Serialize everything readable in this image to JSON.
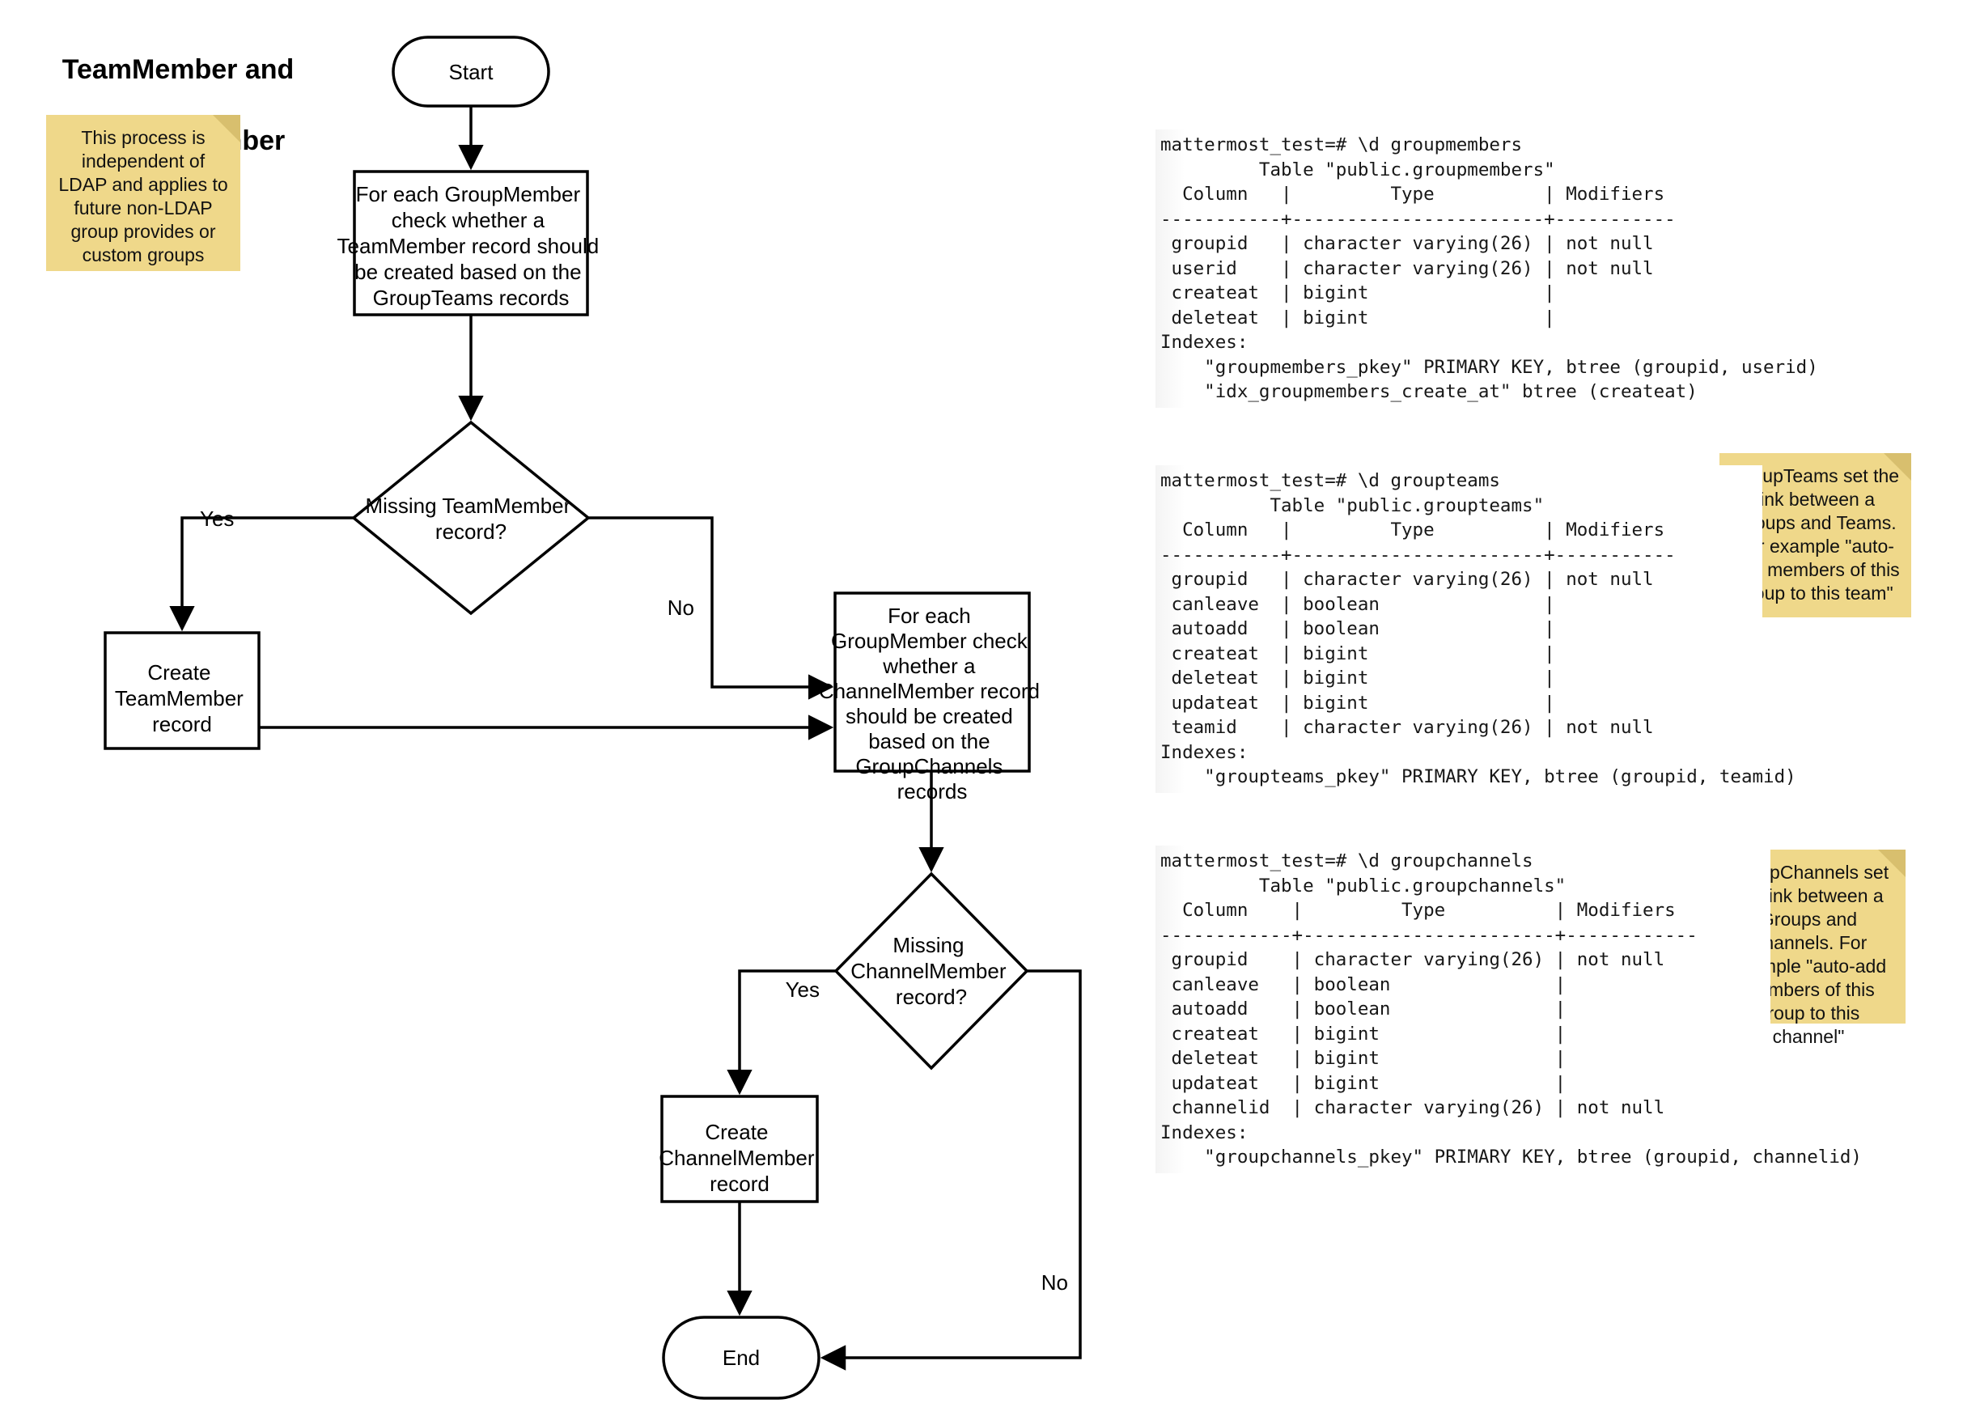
{
  "title": {
    "line1": "TeamMember and",
    "line2": "ChannelMember sync."
  },
  "flow": {
    "start": {
      "label": "Start"
    },
    "end": {
      "label": "End"
    },
    "process_team": {
      "lines": [
        "For each GroupMember",
        "check whether a",
        "TeamMember record should",
        "be created based on the",
        "GroupTeams records"
      ]
    },
    "decision_team": {
      "lines": [
        "Missing TeamMember",
        "record?"
      ]
    },
    "create_team": {
      "lines": [
        "Create",
        "TeamMember",
        "record"
      ]
    },
    "process_channel": {
      "lines": [
        "For each",
        "GroupMember check",
        "whether a",
        "ChannelMember record",
        "should be created",
        "based on the",
        "GroupChannels",
        "records"
      ]
    },
    "decision_channel": {
      "lines": [
        "Missing",
        "ChannelMember",
        "record?"
      ]
    },
    "create_channel": {
      "lines": [
        "Create",
        "ChannelMember",
        "record"
      ]
    },
    "labels": {
      "yes_team": "Yes",
      "no_team": "No",
      "yes_channel": "Yes",
      "no_channel": "No"
    }
  },
  "notes": [
    {
      "id": "note-ldap",
      "text": "This process is independent of LDAP and applies to future non-LDAP group provides or custom groups"
    },
    {
      "id": "note-groupteams",
      "text": "GroupTeams set the link between a Groups and Teams. For example \"auto-add members of this group to this team\""
    },
    {
      "id": "note-groupchannels",
      "text": "GroupChannels set the link between a Groups and Channels. For example \"auto-add members of this group to this channel\""
    }
  ],
  "terminals": [
    {
      "id": "psql-groupmembers",
      "text": "mattermost_test=# \\d groupmembers\n         Table \"public.groupmembers\"\n  Column   |         Type          | Modifiers\n-----------+-----------------------+-----------\n groupid   | character varying(26) | not null\n userid    | character varying(26) | not null\n createat  | bigint                |\n deleteat  | bigint                |\nIndexes:\n    \"groupmembers_pkey\" PRIMARY KEY, btree (groupid, userid)\n    \"idx_groupmembers_create_at\" btree (createat)"
    },
    {
      "id": "psql-groupteams",
      "text": "mattermost_test=# \\d groupteams\n          Table \"public.groupteams\"\n  Column   |         Type          | Modifiers\n-----------+-----------------------+-----------\n groupid   | character varying(26) | not null\n canleave  | boolean               |\n autoadd   | boolean               |\n createat  | bigint                |\n deleteat  | bigint                |\n updateat  | bigint                |\n teamid    | character varying(26) | not null\nIndexes:\n    \"groupteams_pkey\" PRIMARY KEY, btree (groupid, teamid)"
    },
    {
      "id": "psql-groupchannels",
      "text": "mattermost_test=# \\d groupchannels\n         Table \"public.groupchannels\"\n  Column    |         Type          | Modifiers\n------------+-----------------------+------------\n groupid    | character varying(26) | not null\n canleave   | boolean               |\n autoadd    | boolean               |\n createat   | bigint                |\n deleteat   | bigint                |\n updateat   | bigint                |\n channelid  | character varying(26) | not null\nIndexes:\n    \"groupchannels_pkey\" PRIMARY KEY, btree (groupid, channelid)"
    }
  ],
  "colors": {
    "sticky_bg": "#efd88a",
    "sticky_fold": "#d8bf6e",
    "stroke": "#000000",
    "page_bg": "#ffffff"
  }
}
